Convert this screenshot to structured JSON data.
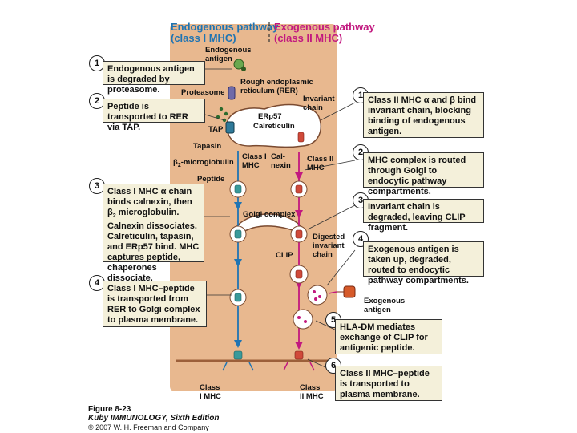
{
  "headers": {
    "endogenous_title": "Endogenous pathway",
    "endogenous_sub": "(class I MHC)",
    "exogenous_title": "Exogenous pathway",
    "exogenous_sub": "(class II MHC)",
    "colors": {
      "endogenous": "#1f74b3",
      "exogenous": "#c2187f",
      "cell": "#e8b88f",
      "box": "#f4f0da"
    }
  },
  "left_steps": [
    {
      "num": "1",
      "text": "Endogenous antigen is degraded by proteasome."
    },
    {
      "num": "2",
      "text": "Peptide is transported to RER via TAP."
    },
    {
      "num": "3",
      "text_parts": [
        "Class I MHC ",
        "α",
        " chain binds calnexin, then ",
        "β",
        "2",
        " microglobulin. Calnexin dissociates. Calreticulin, tapasin, and ERp57 bind. MHC captures peptide, chaperones dissociate."
      ]
    },
    {
      "num": "4",
      "text": "Class I MHC–peptide is transported from RER to Golgi complex to plasma membrane."
    }
  ],
  "right_steps": [
    {
      "num": "1",
      "text_parts": [
        "Class II MHC ",
        "α",
        " and ",
        "β",
        " bind invariant chain, blocking binding of endogenous antigen."
      ]
    },
    {
      "num": "2",
      "text": "MHC complex is routed through Golgi to endocytic pathway compartments."
    },
    {
      "num": "3",
      "text": "Invariant chain is degraded, leaving CLIP fragment."
    },
    {
      "num": "4",
      "text": "Exogenous antigen is taken up, degraded, routed to endocytic pathway compartments."
    },
    {
      "num": "5",
      "text": "HLA-DM mediates exchange of CLIP for antigenic peptide."
    },
    {
      "num": "6",
      "text": "Class II MHC–peptide is transported to plasma membrane."
    }
  ],
  "labels": {
    "endogenous_antigen": "Endogenous antigen",
    "proteasome": "Proteasome",
    "rer": "Rough endoplasmic reticulum (RER)",
    "invariant_chain": "Invariant chain",
    "erp57": "ERp57",
    "calreticulin": "Calreticulin",
    "tap": "TAP",
    "tapasin": "Tapasin",
    "b2_beta": "β",
    "b2_sub": "2",
    "b2_rest": "-microglobulin",
    "class1_mhc": "Class I MHC",
    "calnexin": "Cal- nexin",
    "class2_mhc": "Class II MHC",
    "peptide": "Peptide",
    "golgi": "Golgi complex",
    "digested_invariant": "Digested invariant chain",
    "clip": "CLIP",
    "exogenous_antigen": "Exogenous antigen",
    "bottom_class1": "Class I MHC",
    "bottom_class2": "Class II MHC"
  },
  "figure": {
    "number": "Figure 8-23",
    "book": "Kuby IMMUNOLOGY, Sixth Edition",
    "copyright": "© 2007 W. H. Freeman and Company"
  }
}
